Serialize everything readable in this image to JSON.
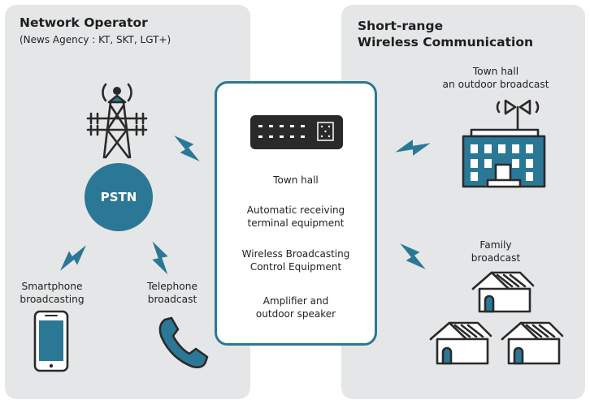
{
  "left": {
    "title": "Network Operator",
    "subtitle": "(News Agency : KT, SKT, LGT+)",
    "pstn": "PSTN",
    "smartphone": [
      "Smartphone",
      "broadcasting"
    ],
    "telephone": [
      "Telephone",
      "broadcast"
    ]
  },
  "center": {
    "items": [
      [
        "Town hall"
      ],
      [
        "Automatic receiving",
        "terminal equipment"
      ],
      [
        "Wireless Broadcasting",
        "Control Equipment"
      ],
      [
        "Amplifier and",
        "outdoor speaker"
      ]
    ]
  },
  "right": {
    "title": [
      "Short-range",
      "Wireless Communication"
    ],
    "townhall": [
      "Town hall",
      "an outdoor broadcast"
    ],
    "family": [
      "Family",
      "broadcast"
    ]
  },
  "colors": {
    "accent": "#2b7896",
    "panel": "#e5e6e7",
    "dark": "#2a2a2a"
  }
}
